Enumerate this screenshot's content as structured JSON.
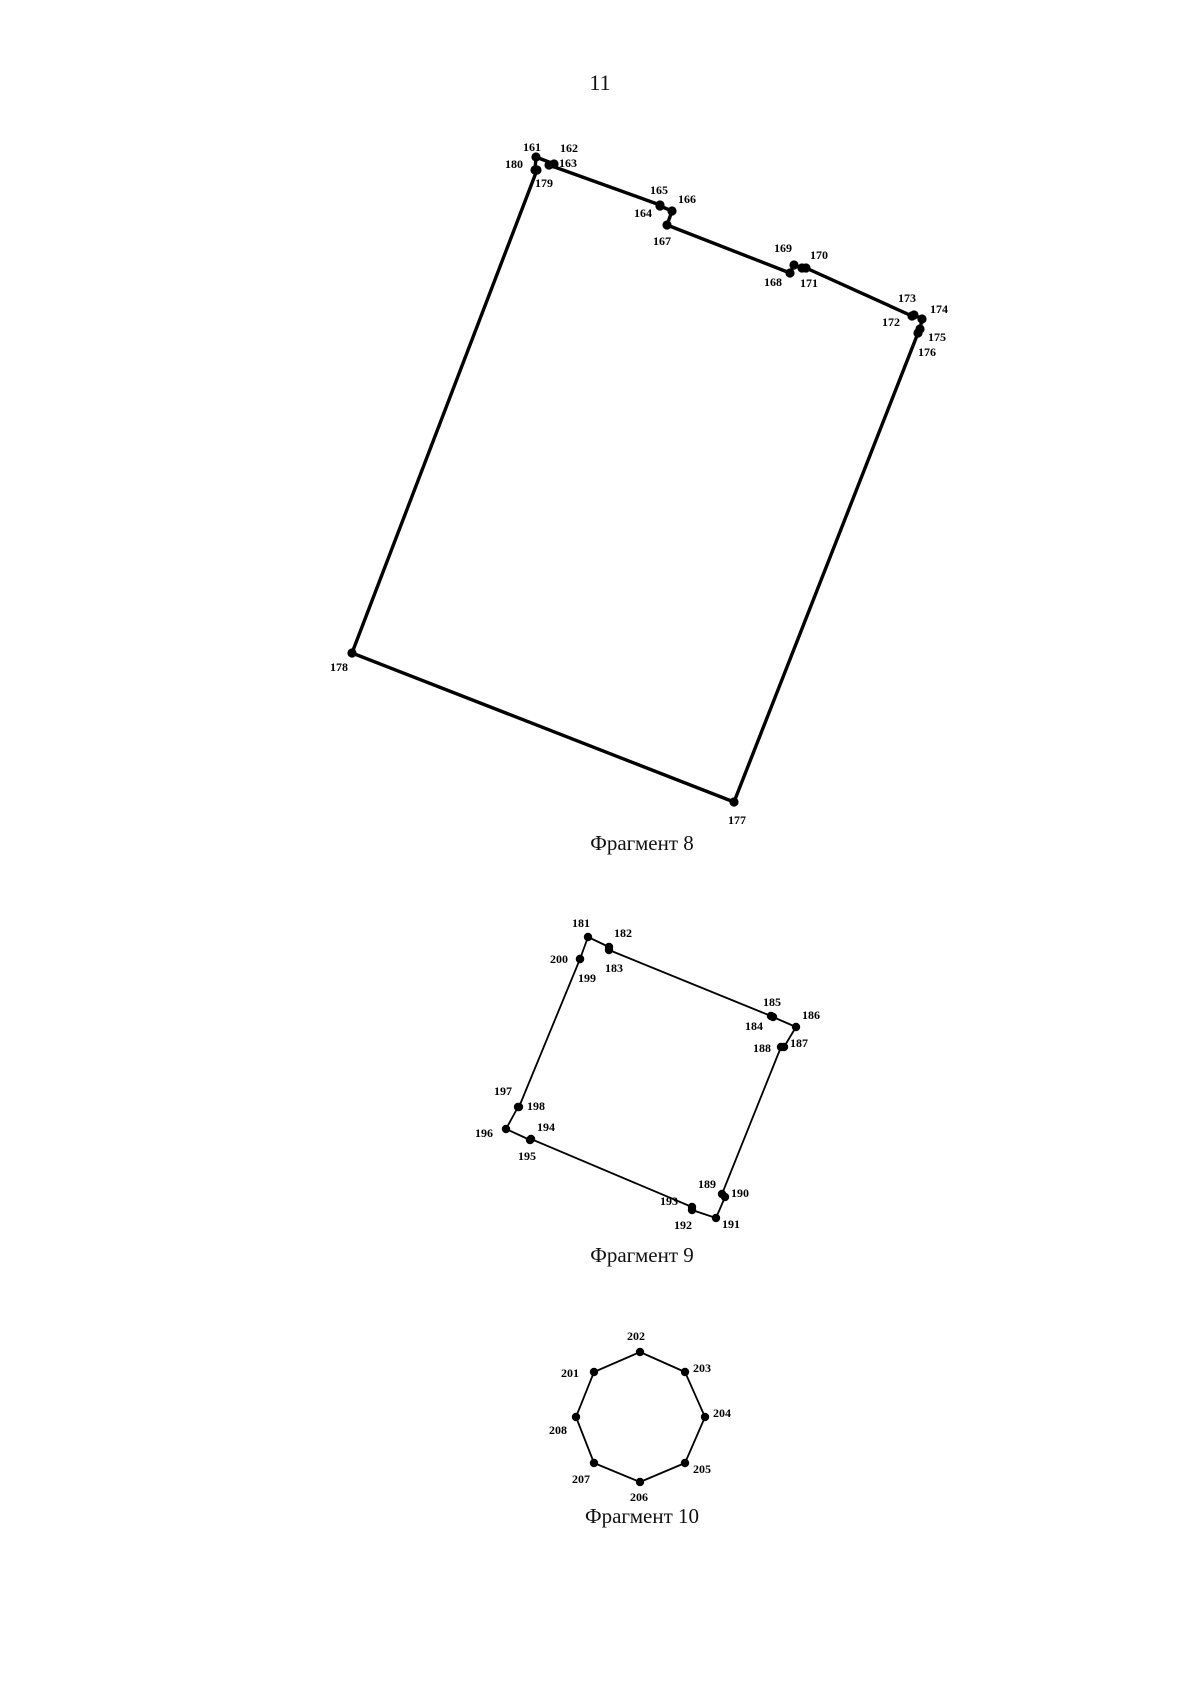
{
  "page_number": "11",
  "fragments": [
    {
      "caption": "Фрагмент 8",
      "points": [
        {
          "id": "161"
        },
        {
          "id": "162"
        },
        {
          "id": "163"
        },
        {
          "id": "164"
        },
        {
          "id": "165"
        },
        {
          "id": "166"
        },
        {
          "id": "167"
        },
        {
          "id": "168"
        },
        {
          "id": "169"
        },
        {
          "id": "170"
        },
        {
          "id": "171"
        },
        {
          "id": "172"
        },
        {
          "id": "173"
        },
        {
          "id": "174"
        },
        {
          "id": "175"
        },
        {
          "id": "176"
        },
        {
          "id": "177"
        },
        {
          "id": "178"
        },
        {
          "id": "179"
        },
        {
          "id": "180"
        }
      ]
    },
    {
      "caption": "Фрагмент 9",
      "points": [
        {
          "id": "181"
        },
        {
          "id": "182"
        },
        {
          "id": "183"
        },
        {
          "id": "184"
        },
        {
          "id": "185"
        },
        {
          "id": "186"
        },
        {
          "id": "187"
        },
        {
          "id": "188"
        },
        {
          "id": "189"
        },
        {
          "id": "190"
        },
        {
          "id": "191"
        },
        {
          "id": "192"
        },
        {
          "id": "193"
        },
        {
          "id": "194"
        },
        {
          "id": "195"
        },
        {
          "id": "196"
        },
        {
          "id": "197"
        },
        {
          "id": "198"
        },
        {
          "id": "199"
        },
        {
          "id": "200"
        }
      ]
    },
    {
      "caption": "Фрагмент 10",
      "points": [
        {
          "id": "201"
        },
        {
          "id": "202"
        },
        {
          "id": "203"
        },
        {
          "id": "204"
        },
        {
          "id": "205"
        },
        {
          "id": "206"
        },
        {
          "id": "207"
        },
        {
          "id": "208"
        }
      ]
    }
  ]
}
